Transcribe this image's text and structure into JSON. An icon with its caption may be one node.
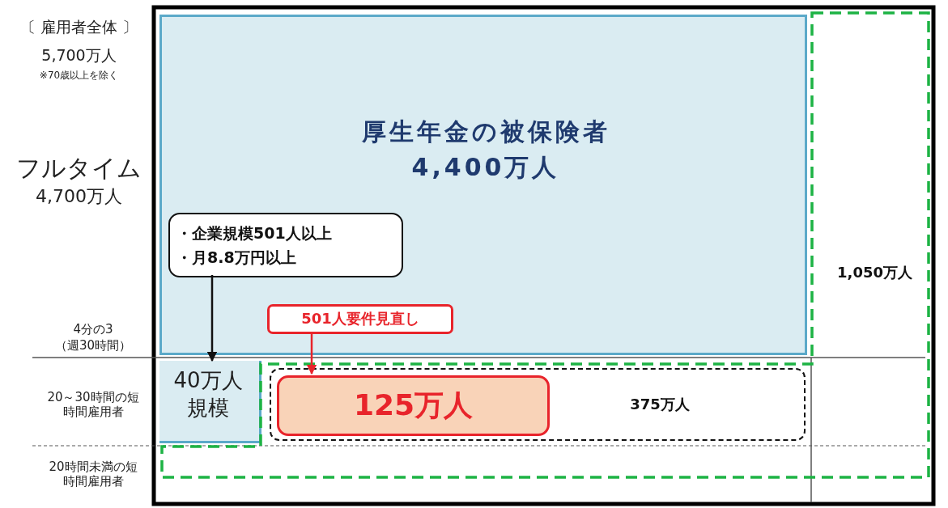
{
  "diagram": {
    "nodes": [
      {
        "text": [
          "厚生年金の被保険者4,400万人"
        ]
      },
      {
        "text": [
          "・企業規模501人以上",
          "・月8.8万円以上"
        ],
        "in": 0
      },
      {
        "text": [
          "40万人規模"
        ]
      },
      {
        "text": [
          "501人要件見直し"
        ],
        "in": 0
      },
      {
        "text": [
          "1,050万人"
        ]
      },
      {
        "text": [
          "375万人"
        ],
        "in": 4
      },
      {
        "text": [
          "125万人"
        ],
        "in": 5
      }
    ],
    "edges": [
      {
        "from": 1,
        "to": 2,
        "arrow": "to"
      },
      {
        "from": 3,
        "to": 6,
        "arrow": "to",
        "color": "#e8242b"
      }
    ],
    "labels": [
      "〔 雇用者全体 〕",
      "5,700万人",
      "※70歳以上を除く",
      "フルタイム",
      "4,700万人",
      "4分の3",
      "（週30時間）",
      "20～30時間の短時間雇用者",
      "20時間未満の短時間雇用者"
    ]
  }
}
